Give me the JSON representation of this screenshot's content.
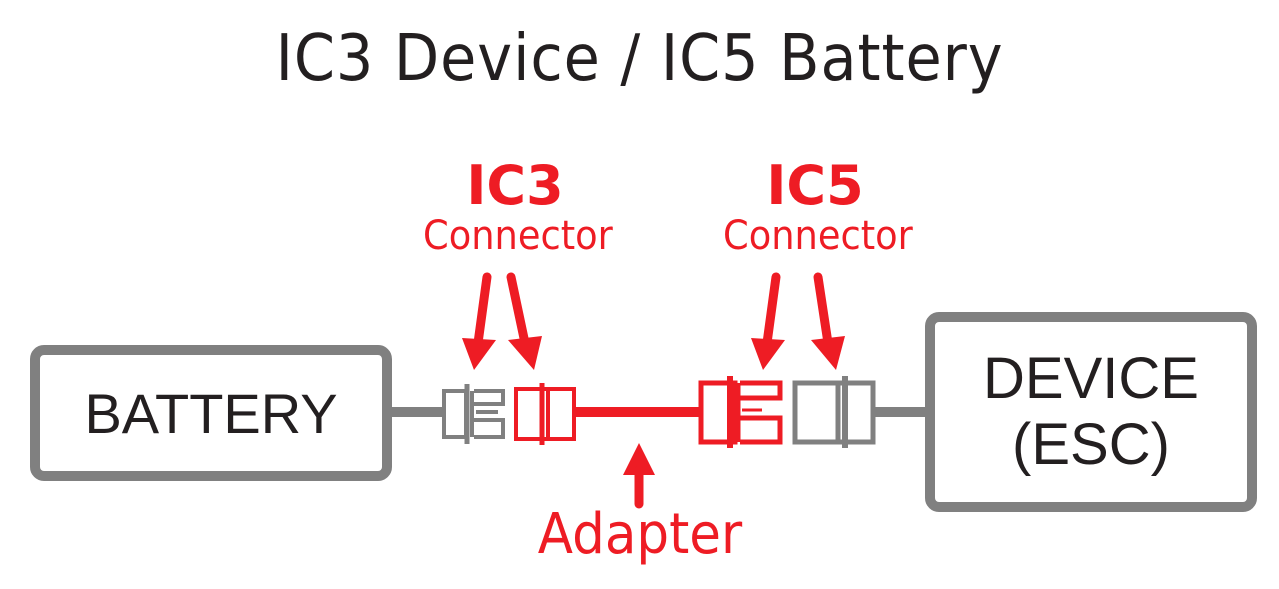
{
  "title": "IC3 Device / IC5 Battery",
  "colors": {
    "accent_red": "#ee1c24",
    "gray": "#808080",
    "text_dark": "#231f20",
    "background": "#ffffff"
  },
  "labels": {
    "ic3": {
      "name": "IC3",
      "sub": "Connector"
    },
    "ic5": {
      "name": "IC5",
      "sub": "Connector"
    },
    "adapter": "Adapter"
  },
  "nodes": {
    "battery": {
      "label": "BATTERY"
    },
    "device": {
      "line1": "DEVICE",
      "line2": "(ESC)"
    }
  },
  "connectors": [
    {
      "id": "battery-ic3-male",
      "type": "IC3",
      "role": "battery side plug",
      "color": "gray"
    },
    {
      "id": "adapter-ic3-female",
      "type": "IC3",
      "role": "adapter end",
      "color": "red"
    },
    {
      "id": "adapter-ic5-male",
      "type": "IC5",
      "role": "adapter end",
      "color": "red"
    },
    {
      "id": "device-ic5-female",
      "type": "IC5",
      "role": "device side plug",
      "color": "gray"
    }
  ]
}
